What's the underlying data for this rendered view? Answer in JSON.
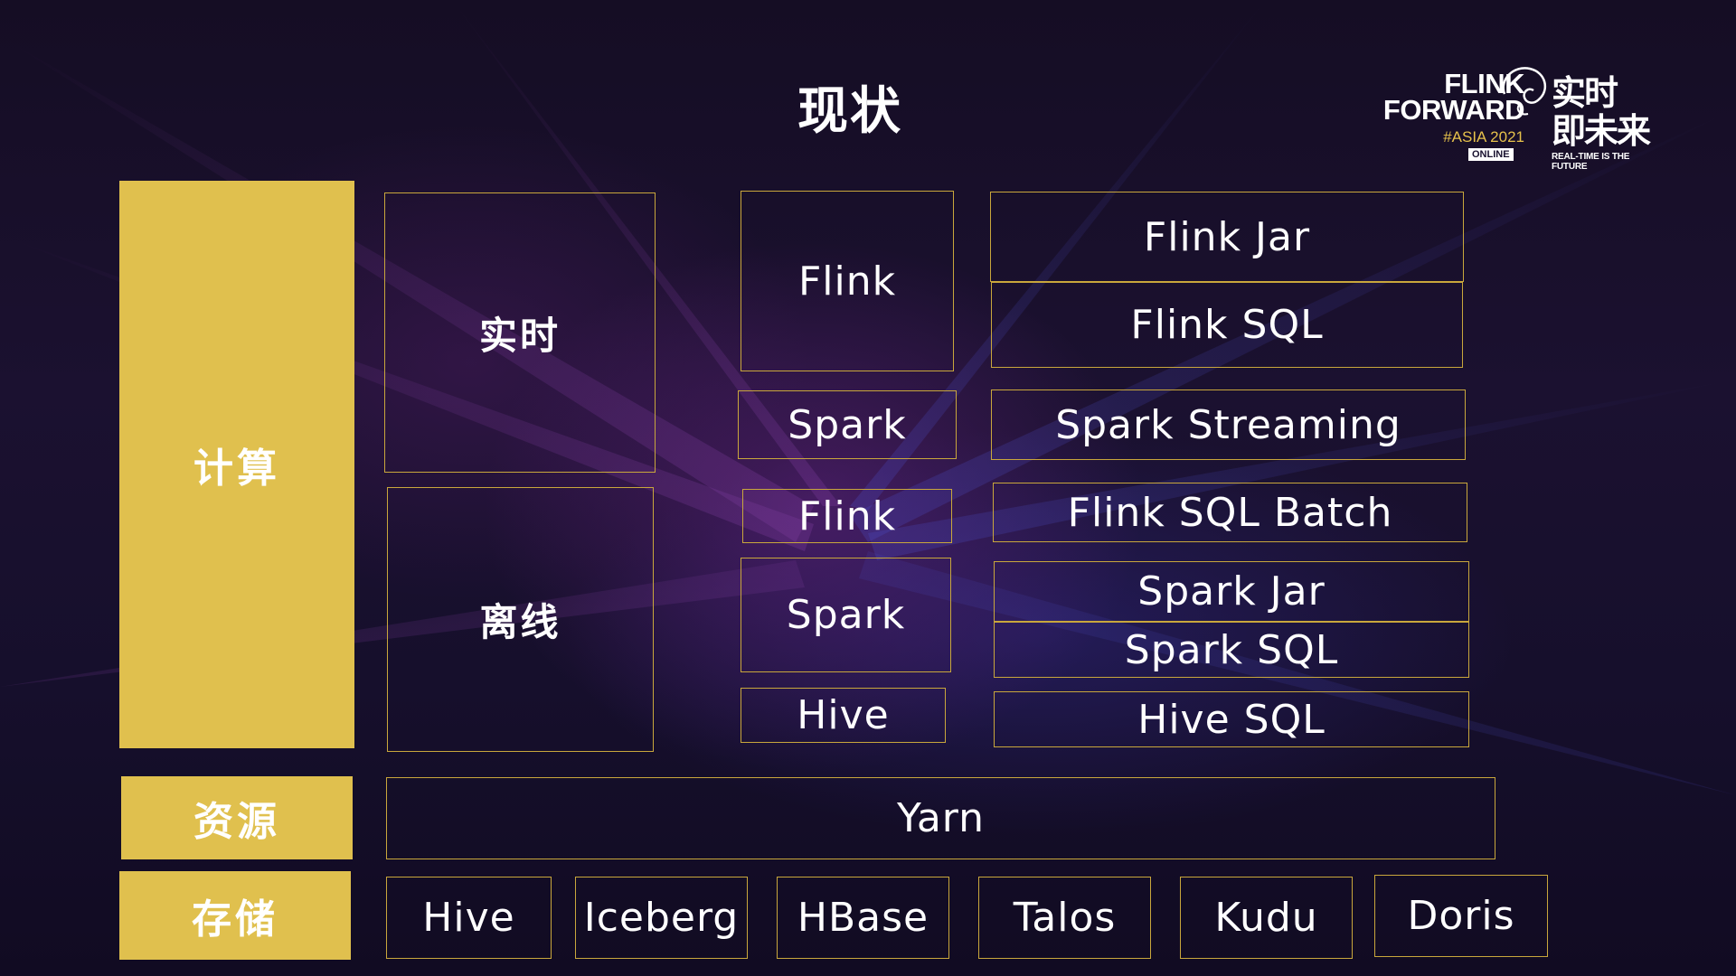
{
  "title": "现状",
  "logo": {
    "line1": "FLINK",
    "line2": "FORWARD",
    "event": "#ASIA 2021",
    "badge": "ONLINE",
    "cn_line1": "实时",
    "cn_line2": "即未来",
    "tagline": "REAL-TIME IS THE FUTURE"
  },
  "layers": {
    "compute": "计算",
    "resource": "资源",
    "storage": "存储"
  },
  "modes": {
    "realtime": "实时",
    "offline": "离线"
  },
  "engines": {
    "rt_flink": "Flink",
    "rt_spark": "Spark",
    "off_flink": "Flink",
    "off_spark": "Spark",
    "off_hive": "Hive"
  },
  "apis": {
    "flink_jar": "Flink Jar",
    "flink_sql": "Flink SQL",
    "spark_streaming": "Spark Streaming",
    "flink_sql_batch": "Flink SQL Batch",
    "spark_jar": "Spark Jar",
    "spark_sql": "Spark SQL",
    "hive_sql": "Hive SQL"
  },
  "resource_manager": "Yarn",
  "storage_systems": [
    "Hive",
    "Iceberg",
    "HBase",
    "Talos",
    "Kudu",
    "Doris"
  ],
  "colors": {
    "accent_gold": "#e0c04e",
    "border_gold": "#c9a73c",
    "background": "#1b1130"
  }
}
